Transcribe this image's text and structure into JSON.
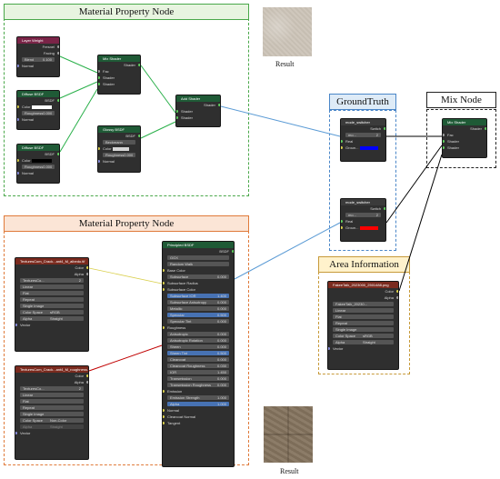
{
  "group_top": {
    "title": "Material Property Node"
  },
  "group_bottom": {
    "title": "Material Property Node"
  },
  "ground_truth": {
    "title": "GroundTruth"
  },
  "mix_node_group": {
    "title": "Mix Node"
  },
  "area_info": {
    "title": "Area Information"
  },
  "result_top": "Result",
  "result_bottom": "Result",
  "nodes": {
    "layer_weight": {
      "title": "Layer Weight",
      "fresnel": "Fresnel",
      "facing": "Facing",
      "blend_label": "Blend",
      "blend_value": "0.100",
      "normal": "Normal"
    },
    "diffuse1": {
      "title": "Diffuse BSDF",
      "out": "BSDF",
      "color": "Color",
      "roughness": "Roughness",
      "roughness_value": "0.000",
      "normal": "Normal"
    },
    "diffuse2": {
      "title": "Diffuse BSDF",
      "out": "BSDF",
      "color": "Color",
      "roughness": "Roughness",
      "roughness_value": "0.000",
      "normal": "Normal"
    },
    "mix_shader1": {
      "title": "Mix Shader",
      "out": "Shader",
      "fac": "Fac",
      "shader1": "Shader",
      "shader2": "Shader"
    },
    "glossy": {
      "title": "Glossy BSDF",
      "out": "BSDF",
      "dist": "Beckmann",
      "color": "Color",
      "roughness": "Roughness",
      "roughness_value": "0.000",
      "normal": "Normal"
    },
    "add_shader": {
      "title": "Add Shader",
      "out": "Shader",
      "in1": "Shader",
      "in2": "Shader"
    },
    "switch1": {
      "title": "mode_switcher",
      "out": "Switch",
      "field": "mo...",
      "num": "2",
      "real": "Real",
      "ground": "Groun..."
    },
    "switch2": {
      "title": "mode_switcher",
      "out": "Switch",
      "field": "mo...",
      "num": "2",
      "real": "Real",
      "ground": "Groun..."
    },
    "mix_shader2": {
      "title": "Mix Shader",
      "out": "Shader",
      "fac": "Fac",
      "shader1": "Shader",
      "shader2": "Shader"
    },
    "tex_albedo": {
      "title": "TexturesCom_Crack...ant4_M_albedo.tif",
      "color": "Color",
      "alpha": "Alpha",
      "name": "TexturesCo...",
      "users": "2",
      "interp": "Linear",
      "proj": "Flat",
      "ext": "Repeat",
      "src": "Single Image",
      "cs_label": "Color Space",
      "cs_value": "sRGB",
      "alpha_label": "Alpha",
      "alpha_value": "Straight",
      "vector": "Vector"
    },
    "tex_rough": {
      "title": "TexturesCom_Crack...ant4_M_roughness.tif",
      "color": "Color",
      "alpha": "Alpha",
      "name": "TexturesCo...",
      "users": "2",
      "interp": "Linear",
      "proj": "Flat",
      "ext": "Repeat",
      "src": "Single Image",
      "cs_label": "Color Space",
      "cs_value": "Non-Color",
      "alpha_label": "Alpha",
      "alpha_value": "Straight",
      "vector": "Vector"
    },
    "principled": {
      "title": "Principled BSDF",
      "out": "BSDF",
      "dist": "GGX",
      "sss_method": "Random Walk",
      "rows": [
        {
          "k": "Base Color",
          "v": "",
          "t": "label"
        },
        {
          "k": "Subsurface",
          "v": "0.000",
          "t": "field"
        },
        {
          "k": "Subsurface Radius",
          "v": "",
          "t": "label"
        },
        {
          "k": "Subsurface Color",
          "v": "",
          "t": "label"
        },
        {
          "k": "Subsurface IOR",
          "v": "1.400",
          "t": "blue"
        },
        {
          "k": "Subsurface Anisotropy",
          "v": "0.000",
          "t": "field"
        },
        {
          "k": "Metallic",
          "v": "0.000",
          "t": "field"
        },
        {
          "k": "Specular",
          "v": "0.500",
          "t": "blue"
        },
        {
          "k": "Specular Tint",
          "v": "0.000",
          "t": "field"
        },
        {
          "k": "Roughness",
          "v": "",
          "t": "label"
        },
        {
          "k": "Anisotropic",
          "v": "0.000",
          "t": "field"
        },
        {
          "k": "Anisotropic Rotation",
          "v": "0.000",
          "t": "field"
        },
        {
          "k": "Sheen",
          "v": "0.000",
          "t": "field"
        },
        {
          "k": "Sheen Tint",
          "v": "0.500",
          "t": "blue"
        },
        {
          "k": "Clearcoat",
          "v": "0.000",
          "t": "field"
        },
        {
          "k": "Clearcoat Roughness",
          "v": "0.030",
          "t": "field"
        },
        {
          "k": "IOR",
          "v": "1.450",
          "t": "field"
        },
        {
          "k": "Transmission",
          "v": "0.000",
          "t": "field"
        },
        {
          "k": "Transmission Roughness",
          "v": "0.000",
          "t": "field"
        },
        {
          "k": "Emission",
          "v": "",
          "t": "label"
        },
        {
          "k": "Emission Strength",
          "v": "1.000",
          "t": "field"
        },
        {
          "k": "Alpha",
          "v": "1.000",
          "t": "blue"
        },
        {
          "k": "Normal",
          "v": "",
          "t": "label"
        },
        {
          "k": "Clearcoat Normal",
          "v": "",
          "t": "label"
        },
        {
          "k": "Tangent",
          "v": "",
          "t": "label"
        }
      ]
    },
    "tex_area": {
      "title": "FakeeTalk_2023000_2501488.png",
      "color": "Color",
      "alpha": "Alpha",
      "name": "FakeeTalk_20230...",
      "interp": "Linear",
      "proj": "Flat",
      "ext": "Repeat",
      "src": "Single Image",
      "cs_label": "Color Space",
      "cs_value": "sRGB",
      "alpha_label": "Alpha",
      "alpha_value": "Straight",
      "vector": "Vector"
    }
  },
  "colors": {
    "green_border": "#4aa84a",
    "green_title_bg": "#e8f4e0",
    "orange_border": "#e07a3a",
    "orange_title_bg": "#fbe5d6",
    "blue_border": "#4a86c8",
    "blue_title_bg": "#deebf7",
    "black_border": "#222222",
    "gold_border": "#c79a3a",
    "gold_title_bg": "#fff2cc",
    "wire_green": "#2ab04a",
    "wire_blue": "#5b9bd5",
    "wire_red": "#c00000",
    "wire_black": "#000000"
  }
}
